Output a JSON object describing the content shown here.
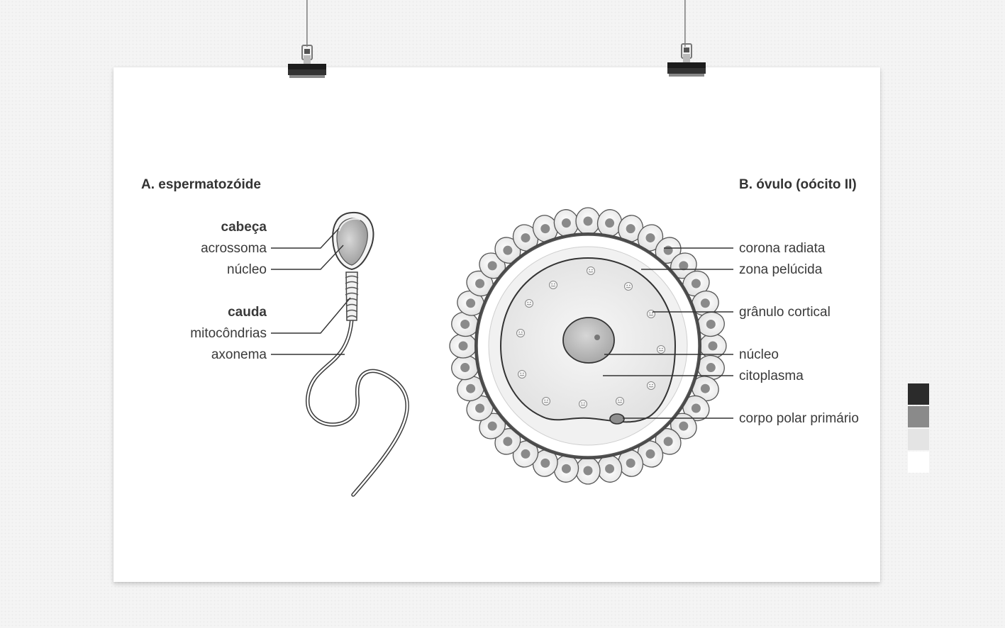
{
  "sperm": {
    "title": "A. espermatozóide",
    "head_heading": "cabeça",
    "acrosome": "acrossoma",
    "nucleus": "núcleo",
    "tail_heading": "cauda",
    "mitochondria": "mitocôndrias",
    "axoneme": "axonema"
  },
  "ovum": {
    "title": "B. óvulo (oócito II)",
    "corona": "corona radiata",
    "zona": "zona pelúcida",
    "granule": "grânulo cortical",
    "nucleus": "núcleo",
    "cytoplasm": "citoplasma",
    "polar_body": "corpo polar primário"
  },
  "palette": [
    "#2b2b2b",
    "#8a8a8a",
    "#e4e4e4",
    "#ffffff"
  ]
}
